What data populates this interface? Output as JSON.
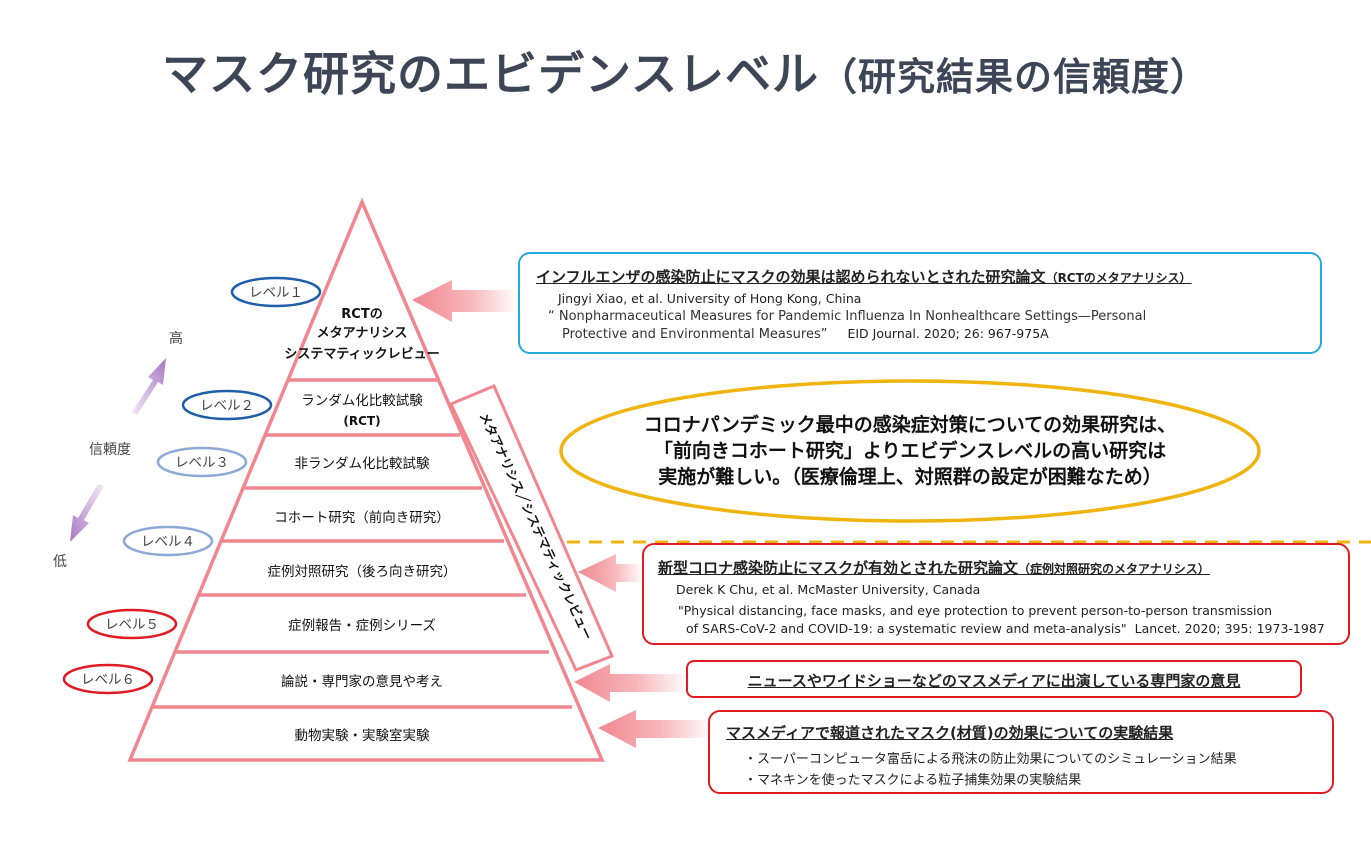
{
  "title": {
    "main": "マスク研究のエビデンスレベル",
    "sub": "（研究結果の信頼度）"
  },
  "colors": {
    "title": "#3d4656",
    "pyramid_stroke": "#f08790",
    "arrow_fill": "#f7a6ab",
    "level_blue_dark": "#1f5ea8",
    "level_blue_light": "#8fa9d6",
    "level_red": "#e11b23",
    "box_blue": "#29a8dd",
    "box_red": "#e11b23",
    "ellipse_gold": "#f0b40f",
    "scale_arrow": "#b48cc8"
  },
  "scale": {
    "high": "高",
    "low": "低",
    "label": "信頼度"
  },
  "levels": [
    {
      "label": "レベル１",
      "color": "dark-blue"
    },
    {
      "label": "レベル２",
      "color": "dark-blue"
    },
    {
      "label": "レベル３",
      "color": "light-blue"
    },
    {
      "label": "レベル４",
      "color": "light-blue"
    },
    {
      "label": "レベル５",
      "color": "red"
    },
    {
      "label": "レベル６",
      "color": "red"
    }
  ],
  "pyramid": {
    "tiers": [
      {
        "lines": [
          "RCTの",
          "メタアナリシス",
          "システマティックレビュー"
        ]
      },
      {
        "lines": [
          "ランダム化比較試験",
          "(RCT)"
        ]
      },
      {
        "lines": [
          "非ランダム化比較試験"
        ]
      },
      {
        "lines": [
          "コホート研究（前向き研究）"
        ]
      },
      {
        "lines": [
          "症例対照研究（後ろ向き研究）"
        ]
      },
      {
        "lines": [
          "症例報告・症例シリーズ"
        ]
      },
      {
        "lines": [
          "論説・専門家の意見や考え"
        ]
      },
      {
        "lines": [
          "動物実験・実験室実験"
        ]
      }
    ],
    "side_label": "メタアナリシス／システマティックレビュー"
  },
  "box1": {
    "heading": "インフルエンザの感染防止にマスクの効果は認められないとされた研究論文",
    "heading_small": "（RCTのメタアナリシス）",
    "author": "Jingyi Xiao, et al. University of Hong Kong, China",
    "quote1": "“ Nonpharmaceutical Measures for Pandemic Influenza In Nonhealthcare Settings—Personal",
    "quote2": "Protective and Environmental Measures”",
    "journal": "EID Journal. 2020; 26: 967-975A"
  },
  "ellipse": {
    "line1": "コロナパンデミック最中の感染症対策についての効果研究は、",
    "line2": "「前向きコホート研究」よりエビデンスレベルの高い研究は",
    "line3": "実施が難しい。（医療倫理上、対照群の設定が困難なため）"
  },
  "box2": {
    "heading": "新型コロナ感染防止にマスクが有効とされた研究論文",
    "heading_small": "（症例対照研究のメタアナリシス）",
    "author": "Derek K Chu, et al. McMaster University, Canada",
    "quote1": "\"Physical distancing, face masks, and eye protection to prevent person-to-person transmission",
    "quote2": "of SARS-CoV-2 and COVID-19: a systematic review and meta-analysis\"",
    "journal": "Lancet. 2020; 395: 1973-1987"
  },
  "box3": {
    "heading": "ニュースやワイドショーなどのマスメディアに出演している専門家の意見"
  },
  "box4": {
    "heading": "マスメディアで報道されたマスク(材質)の効果についての実験結果",
    "item1": "・スーパーコンピュータ富岳による飛沫の防止効果についてのシミュレーション結果",
    "item2": "・マネキンを使ったマスクによる粒子捕集効果の実験結果"
  }
}
